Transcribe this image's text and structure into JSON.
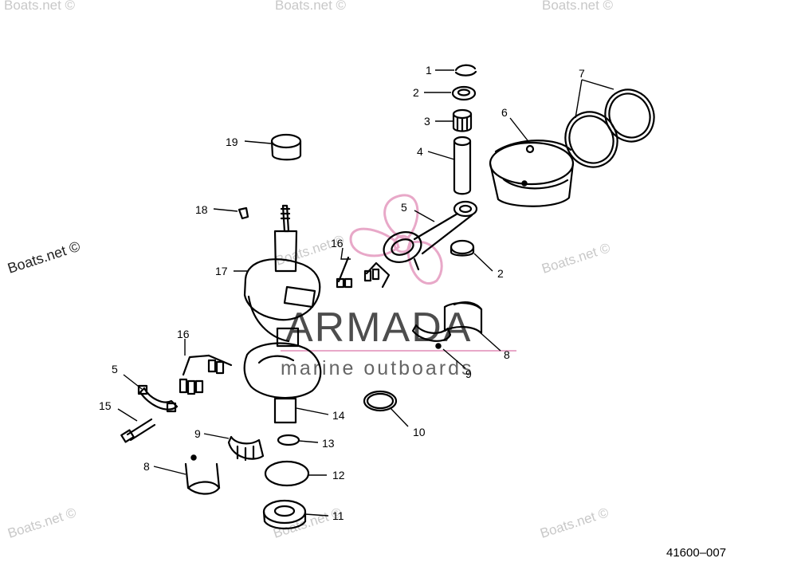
{
  "callouts": [
    {
      "id": "c1",
      "text": "1"
    },
    {
      "id": "c2a",
      "text": "2"
    },
    {
      "id": "c3",
      "text": "3"
    },
    {
      "id": "c4",
      "text": "4"
    },
    {
      "id": "c5a",
      "text": "5"
    },
    {
      "id": "c6",
      "text": "6"
    },
    {
      "id": "c7",
      "text": "7"
    },
    {
      "id": "c2b",
      "text": "2"
    },
    {
      "id": "c16a",
      "text": "16"
    },
    {
      "id": "c19",
      "text": "19"
    },
    {
      "id": "c18",
      "text": "18"
    },
    {
      "id": "c17",
      "text": "17"
    },
    {
      "id": "c16b",
      "text": "16"
    },
    {
      "id": "c5b",
      "text": "5"
    },
    {
      "id": "c15",
      "text": "15"
    },
    {
      "id": "c9a",
      "text": "9"
    },
    {
      "id": "c8a",
      "text": "8"
    },
    {
      "id": "c14",
      "text": "14"
    },
    {
      "id": "c13",
      "text": "13"
    },
    {
      "id": "c12",
      "text": "12"
    },
    {
      "id": "c11",
      "text": "11"
    },
    {
      "id": "c10",
      "text": "10"
    },
    {
      "id": "c8b",
      "text": "8"
    },
    {
      "id": "c9b",
      "text": "9"
    }
  ],
  "diagram_code": "41600–007",
  "watermark": {
    "text": "Boats.net ©",
    "logo_word": "ARMADA",
    "logo_sub": "marine outboards",
    "logo_color": "#e8a8c8"
  }
}
